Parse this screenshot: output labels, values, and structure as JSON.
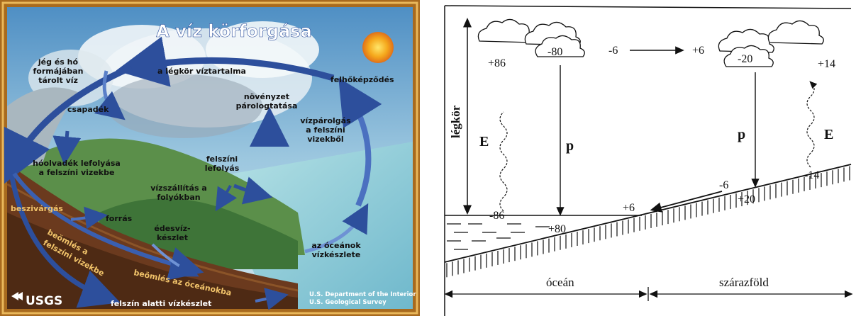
{
  "left_panel": {
    "title": "A víz körforgása",
    "labels": {
      "ice_snow": [
        "jég és hó",
        "formájában",
        "tárolt víz"
      ],
      "atmosphere_water": "a légkör víztartalma",
      "cloud_formation": "felhőképződés",
      "precipitation": "csapadék",
      "transpiration": [
        "növényzet",
        "párologtatása"
      ],
      "evaporation": [
        "vízpárolgás",
        "a felszíni",
        "vizekből"
      ],
      "snowmelt": [
        "hóolvadék lefolyása",
        "a felszíni vizekbe"
      ],
      "surface_runoff": [
        "felszíni",
        "lefolyás"
      ],
      "river_transport": [
        "vízszállítás a",
        "folyókban"
      ],
      "infiltration": "beszivárgás",
      "spring": "forrás",
      "freshwater": [
        "édesvíz-",
        "készlet"
      ],
      "ocean_storage": [
        "az óceánok",
        "vízkészlete"
      ],
      "discharge_surface": [
        "beömlés a",
        "felszíni vizekbe"
      ],
      "discharge_ocean": "beömlés az óceánokba",
      "groundwater": "felszín alatti vízkészlet",
      "logo": "USGS",
      "credit": [
        "U.S. Department of the Interior",
        "U.S. Geological Survey"
      ]
    },
    "colors": {
      "frame": "#c8862a",
      "sky": "#7fb6d8",
      "ocean": "#9fd2da",
      "soil": "#6b3a1e",
      "arrow": "#2d4f9c",
      "sun": "#f0a81a"
    }
  },
  "right_panel": {
    "atmosphere_label": "légkör",
    "ocean_label": "óceán",
    "land_label": "szárazföld",
    "E_label": "E",
    "p_label": "p",
    "values": {
      "evap_ocean_top": "+86",
      "evap_ocean_bottom": "-86",
      "precip_ocean_cloud": "-80",
      "precip_ocean_surface": "+80",
      "transport_left": "-6",
      "transport_right": "+6",
      "precip_land_cloud": "-20",
      "precip_land_surface": "+20",
      "evap_land_top": "+14",
      "evap_land_bottom": "-14",
      "runoff_land": "-6",
      "runoff_ocean": "+6"
    }
  }
}
